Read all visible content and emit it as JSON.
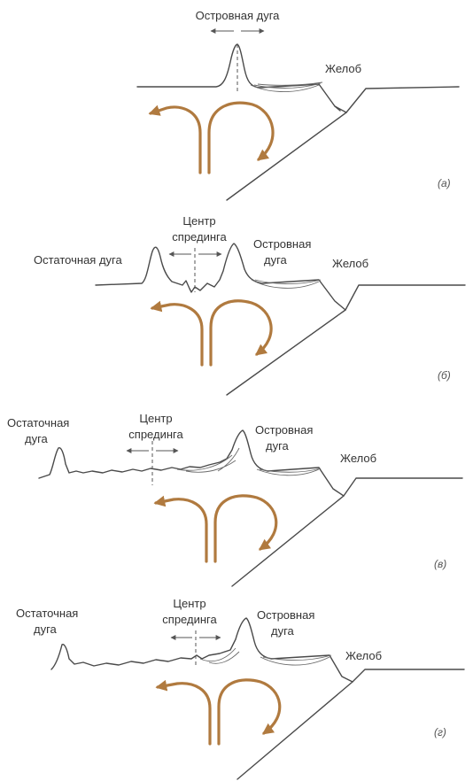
{
  "colors": {
    "flow": "#b07a3f",
    "line": "#4a4a4a",
    "text": "#333333"
  },
  "panels": [
    {
      "id": "a",
      "panel_label": "(а)",
      "island_arc_label": "Островная дуга",
      "trench_label": "Желоб"
    },
    {
      "id": "b",
      "panel_label": "(б)",
      "remnant_arc_label": "Остаточная дуга",
      "spreading_center_label_line1": "Центр",
      "spreading_center_label_line2": "спрединга",
      "island_arc_label_line1": "Островная",
      "island_arc_label_line2": "дуга",
      "trench_label": "Желоб"
    },
    {
      "id": "v",
      "panel_label": "(в)",
      "remnant_arc_label_line1": "Остаточная",
      "remnant_arc_label_line2": "дуга",
      "spreading_center_label_line1": "Центр",
      "spreading_center_label_line2": "спрединга",
      "island_arc_label_line1": "Островная",
      "island_arc_label_line2": "дуга",
      "trench_label": "Желоб"
    },
    {
      "id": "g",
      "panel_label": "(г)",
      "remnant_arc_label_line1": "Остаточная",
      "remnant_arc_label_line2": "дуга",
      "spreading_center_label_line1": "Центр",
      "spreading_center_label_line2": "спрединга",
      "island_arc_label_line1": "Островная",
      "island_arc_label_line2": "дуга",
      "trench_label": "Желоб"
    }
  ]
}
